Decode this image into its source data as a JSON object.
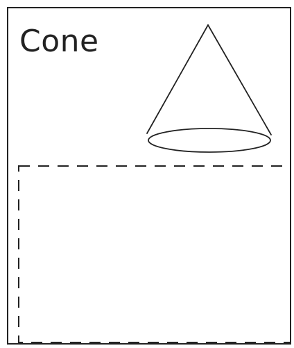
{
  "card": {
    "title": "Cone"
  },
  "shape": {
    "name": "cone",
    "stroke_color": "#222222"
  },
  "answer_area": {
    "style": "dashed"
  }
}
